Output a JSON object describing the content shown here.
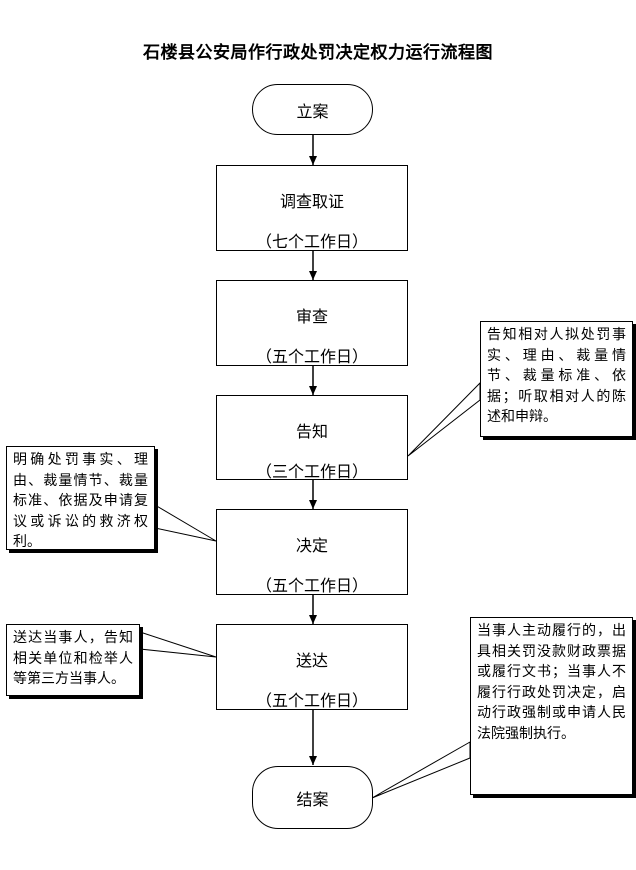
{
  "title": "石楼县公安局作行政处罚决定权力运行流程图",
  "steps": [
    {
      "label": "立案"
    },
    {
      "label": "调查取证",
      "duration": "（七个工作日）"
    },
    {
      "label": "审查",
      "duration": "（五个工作日）"
    },
    {
      "label": "告知",
      "duration": "（三个工作日）"
    },
    {
      "label": "决定",
      "duration": "（五个工作日）"
    },
    {
      "label": "送达",
      "duration": "（五个工作日）"
    },
    {
      "label": "结案"
    }
  ],
  "notes": {
    "notify": "告知相对人拟处罚事实、理由、裁量情节、裁量标准、依据；听取相对人的陈述和申辩。",
    "decide": "明确处罚事实、理由、裁量情节、裁量标准、依据及申请复议或诉讼的救济权利。",
    "deliver": "送达当事人，告知相关单位和检举人等第三方当事人。",
    "close": "当事人主动履行的，出具相关罚没款财政票据或履行文书；当事人不履行行政处罚决定，启动行政强制或申请人民法院强制执行。"
  }
}
